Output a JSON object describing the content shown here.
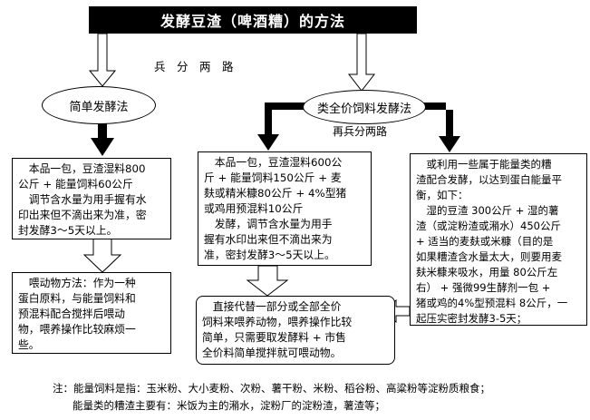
{
  "title": "发酵豆渣（啤酒糟）的方法",
  "split_label": "兵　分　两　路",
  "simple_method": "简单发酵法",
  "full_method": "类全价饲料发酵法",
  "full_split_label": "再兵分两路",
  "box_simple": "　本品一包，豆渣湿料800\n公斤 + 能量饲料60公斤\n　调节含水量为用手握有水\n印出来但不滴出来为准，密\n封发酵3～5天以上。",
  "box_feeding": "　喂动物方法：作为一种\n蛋白原料，与能量饲料和\n预混料配合搅拌后喂动\n物，喂养操作比较麻烦一\n些。",
  "box_middle": "　本品一包，豆渣湿料600公\n斤 + 能量饲料150公斤 + 麦\n麸或精米糠80公斤 + 4%型猪\n或鸡用预混料10公斤\n　发酵，调节含水量为用手\n握有水印出来但不滴出来为\n准，密封发酵3～5天以上。",
  "box_right": "　或利用一些属于能量类的糟\n渣配合发酵，以达到蛋白能量平\n衡，如下：\n　湿的豆渣 300公斤 + 湿的薯\n渣（或淀粉渣或潲水）450公斤\n+ 适当的麦麸或米糠（目的是\n如果糟渣含水量太大，则要用麦\n麸米糠来吸水，用量 80公斤左\n右） + 强微99生酵剂一包 +\n猪或鸡的4%型预混料 8公斤，一\n起压实密封发酵3-5天；",
  "box_feed_direct": "　直接代替一部分或全部全价\n饲料来喂养动物，喂养操作比较\n简单，只需要取发酵料 + 市售\n全价料简单搅拌就可喂动物。",
  "note_line1": "注：能量饲料是指：玉米粉、大小麦粉、次粉、薯干粉、米粉、稻谷粉、高粱粉等淀粉质粮食；",
  "note_line2": "能量类的糟渣主要有：米饭为主的潲水，淀粉厂的淀粉渣，薯渣等；"
}
